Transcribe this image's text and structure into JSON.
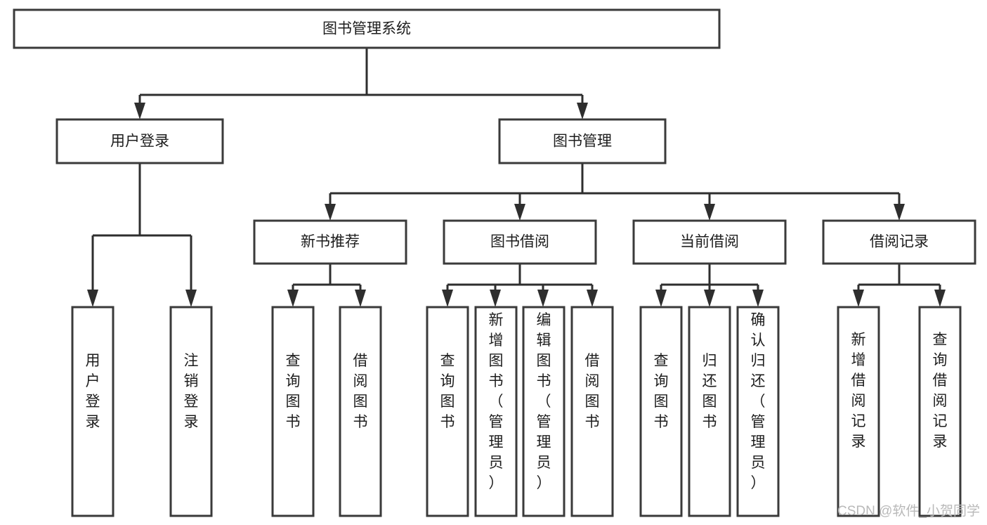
{
  "diagram": {
    "type": "tree",
    "title": "图书管理系统",
    "root": {
      "id": "root",
      "label": "图书管理系统"
    },
    "level1": [
      {
        "id": "user-login",
        "label": "用户登录"
      },
      {
        "id": "book-manage",
        "label": "图书管理"
      }
    ],
    "level2": [
      {
        "id": "new-book-recommend",
        "label": "新书推荐",
        "parent": "book-manage"
      },
      {
        "id": "book-borrow",
        "label": "图书借阅",
        "parent": "book-manage"
      },
      {
        "id": "current-borrow",
        "label": "当前借阅",
        "parent": "book-manage"
      },
      {
        "id": "borrow-record",
        "label": "借阅记录",
        "parent": "book-manage"
      }
    ],
    "leaves": {
      "user-login": [
        {
          "id": "leaf-user-login",
          "label": "用户登录"
        },
        {
          "id": "leaf-logout-login",
          "label": "注销登录"
        }
      ],
      "new-book-recommend": [
        {
          "id": "leaf-query-book-1",
          "label": "查询图书"
        },
        {
          "id": "leaf-borrow-book-1",
          "label": "借阅图书"
        }
      ],
      "book-borrow": [
        {
          "id": "leaf-query-book-2",
          "label": "查询图书"
        },
        {
          "id": "leaf-add-book",
          "label": "新增图书（管理员）"
        },
        {
          "id": "leaf-edit-book",
          "label": "编辑图书（管理员）"
        },
        {
          "id": "leaf-borrow-book-2",
          "label": "借阅图书"
        }
      ],
      "current-borrow": [
        {
          "id": "leaf-query-book-3",
          "label": "查询图书"
        },
        {
          "id": "leaf-return-book",
          "label": "归还图书"
        },
        {
          "id": "leaf-confirm-return",
          "label": "确认归还（管理员）"
        }
      ],
      "borrow-record": [
        {
          "id": "leaf-add-record",
          "label": "新增借阅记录"
        },
        {
          "id": "leaf-query-record",
          "label": "查询借阅记录"
        }
      ]
    }
  },
  "watermark": {
    "text": "CSDN @软件_小贺同学"
  },
  "colors": {
    "box_stroke": "#3a3a3a",
    "connector": "#2e2e2e",
    "text": "#1d1d1d",
    "background": "#ffffff",
    "watermark": "#b9b9b9"
  }
}
